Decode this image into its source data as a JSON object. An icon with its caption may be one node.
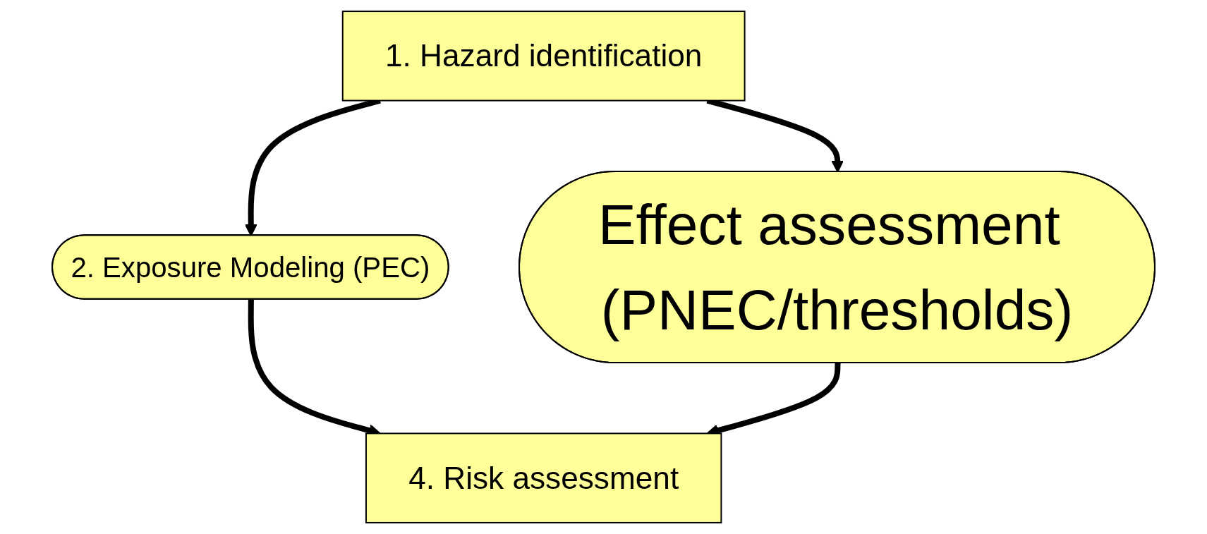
{
  "diagram": {
    "nodes": [
      {
        "text": [
          "1. Hazard identification"
        ]
      },
      {
        "text": [
          "2. Exposure Modeling (PEC)"
        ]
      },
      {
        "text": [
          "Effect assessment (PNEC/thresholds)"
        ]
      },
      {
        "text": [
          "4. Risk assessment"
        ]
      }
    ],
    "edges": [
      {
        "from": 0,
        "to": 1,
        "arrow": "to"
      },
      {
        "from": 0,
        "to": 2,
        "arrow": "to"
      },
      {
        "from": 1,
        "to": 3,
        "arrow": "to"
      },
      {
        "from": 2,
        "to": 3,
        "arrow": "to"
      }
    ]
  }
}
